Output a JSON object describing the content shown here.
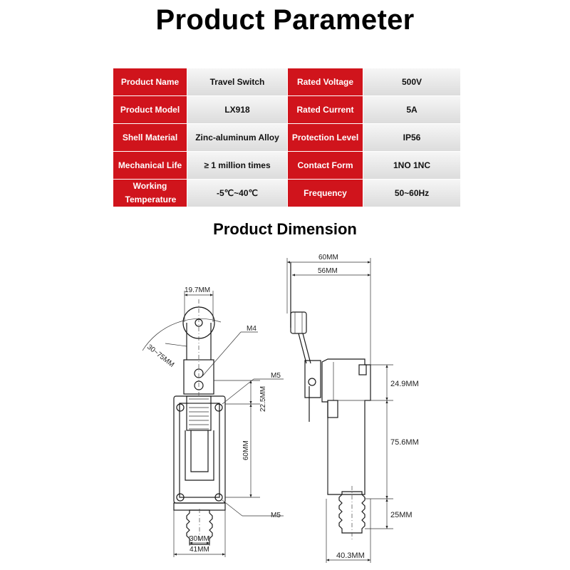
{
  "title": "Product Parameter",
  "params": [
    [
      "Product Name",
      "Travel Switch",
      "Rated Voltage",
      "500V"
    ],
    [
      "Product Model",
      "LX918",
      "Rated Current",
      "5A"
    ],
    [
      "Shell Material",
      "Zinc-aluminum Alloy",
      "Protection Level",
      "IP56"
    ],
    [
      "Mechanical Life",
      "≥ 1 million times",
      "Contact Form",
      "1NO 1NC"
    ],
    [
      "Working Temperature",
      "-5℃~40℃",
      "Frequency",
      "50~60Hz"
    ]
  ],
  "dimension_title": "Product Dimension",
  "dims": {
    "d_197": "19.7MM",
    "d_m4": "M4",
    "d_angle": "30~75MM",
    "d_m5_top": "M5",
    "d_225": "22.5MM",
    "d_60v": "60MM",
    "d_m5_bot": "M5",
    "d_30": "30MM",
    "d_41": "41MM",
    "d_60h": "60MM",
    "d_56": "56MM",
    "d_249": "24.9MM",
    "d_756": "75.6MM",
    "d_25": "25MM",
    "d_403": "40.3MM"
  }
}
